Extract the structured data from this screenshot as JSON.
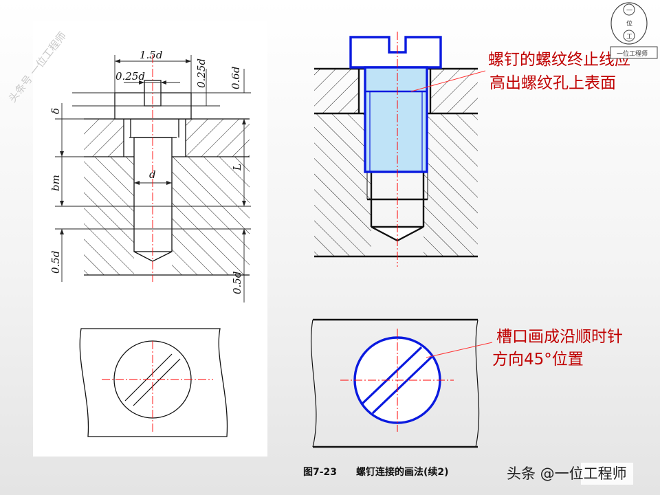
{
  "watermark": {
    "top_left_text": "头条号 一位工程师"
  },
  "left_drawing": {
    "dim_1_5d": "1.5d",
    "dim_0_25d_width": "0.25d",
    "dim_0_25d_depth": "0.25d",
    "dim_0_6d": "0.6d",
    "dim_delta": "δ",
    "dim_bm": "bm",
    "dim_d": "d",
    "dim_L": "L",
    "dim_0_5d_left": "0.5d",
    "dim_0_5d_right": "0.5d"
  },
  "annotations": {
    "thread_note_line1": "螺钉的螺纹终止线应",
    "thread_note_line2": "高出螺纹孔上表面",
    "slot_note_line1": "槽口画成沿顺时针",
    "slot_note_line2": "方向45°位置"
  },
  "caption": {
    "label": "图7-23",
    "text": "螺钉连接的画法(续2)"
  },
  "branding": {
    "text": "头条 @一位工程师"
  },
  "logo": {
    "glyphs": [
      "一",
      "位",
      "工"
    ],
    "text": "一位工程师"
  },
  "colors": {
    "line": "#111111",
    "centerline": "#ff0000",
    "highlight_stroke": "#0a1adf",
    "highlight_fill": "#bfe3f7",
    "annotation_text": "#c00000",
    "leader": "#ff3333"
  }
}
